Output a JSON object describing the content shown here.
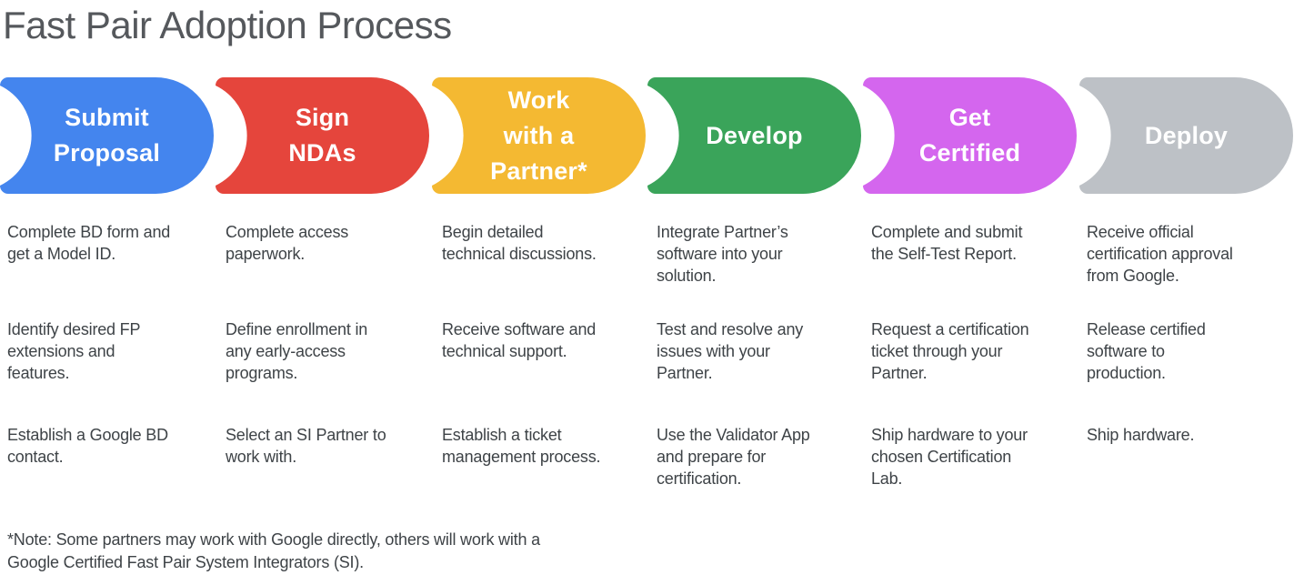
{
  "title": "Fast Pair Adoption Process",
  "note": "*Note: Some partners may work with Google directly, others will work with a\nGoogle Certified Fast Pair System Integrators (SI).",
  "text_color": "#3E4347",
  "steps": [
    {
      "label": "Submit\nProposal",
      "color": "#4485EE",
      "items": [
        "Complete BD form and\nget a Model ID.",
        "Identify desired FP\nextensions and\nfeatures.",
        "Establish a Google BD\ncontact."
      ]
    },
    {
      "label": "Sign\nNDAs",
      "color": "#E5453C",
      "items": [
        "Complete access\npaperwork.",
        "Define enrollment in\nany early-access\nprograms.",
        "Select an SI Partner to\nwork with."
      ]
    },
    {
      "label": "Work\nwith a\nPartner*",
      "color": "#F4B932",
      "items": [
        "Begin detailed\ntechnical discussions.",
        "Receive software and\ntechnical support.",
        "Establish a ticket\nmanagement process."
      ]
    },
    {
      "label": "Develop",
      "color": "#3AA45A",
      "items": [
        "Integrate Partner’s\nsoftware into your\nsolution.",
        "Test and resolve any\nissues with your\nPartner.",
        "Use the Validator App\nand prepare for\ncertification."
      ]
    },
    {
      "label": "Get\nCertified",
      "color": "#D466EE",
      "items": [
        "Complete and submit\nthe Self-Test Report.",
        "Request a certification\nticket through your\nPartner.",
        "Ship hardware to your\nchosen Certification\nLab."
      ]
    },
    {
      "label": "Deploy",
      "color": "#BDC1C6",
      "items": [
        "Receive official\ncertification approval\nfrom Google.",
        "Release certified\nsoftware to\nproduction.",
        "Ship hardware."
      ]
    }
  ]
}
